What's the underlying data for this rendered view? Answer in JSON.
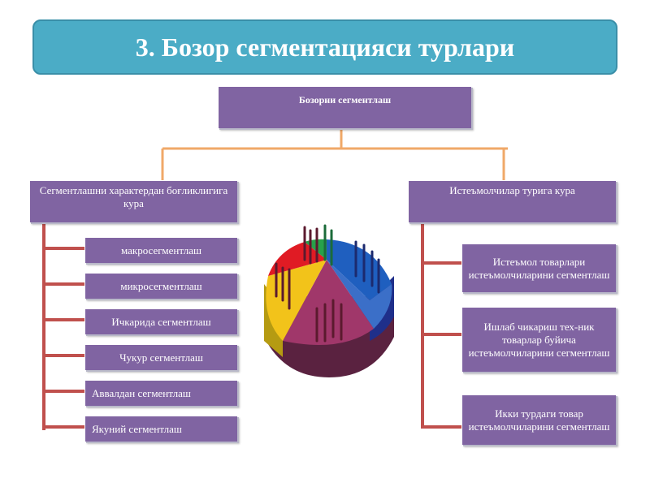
{
  "title": "3. Бозор сегментацияси турлари",
  "root": "Бозорни сегментлаш",
  "left": {
    "heading": "Сегментлашни характердан боғликлигига кура",
    "items": [
      "макросегментлаш",
      "микросегментлаш",
      "Ичкарида сегментлаш",
      "Чукур сегментлаш",
      "Аввалдан сегментлаш",
      "Якуний сегментлаш"
    ]
  },
  "right": {
    "heading": "Истеъмолчилар турига кура",
    "items": [
      "Истеъмол товарлари истеъмолчиларини сегментлаш",
      "Ишлаб чикариш тех-ник товарлар буйича истеъмолчиларини сегментлаш",
      "Икки турдаги товар истеъмолчиларини сегментлаш"
    ]
  },
  "colors": {
    "banner": "#4bacc6",
    "box": "#8064a2",
    "connector_top": "#f0a868",
    "connector_branch": "#c0504d"
  }
}
